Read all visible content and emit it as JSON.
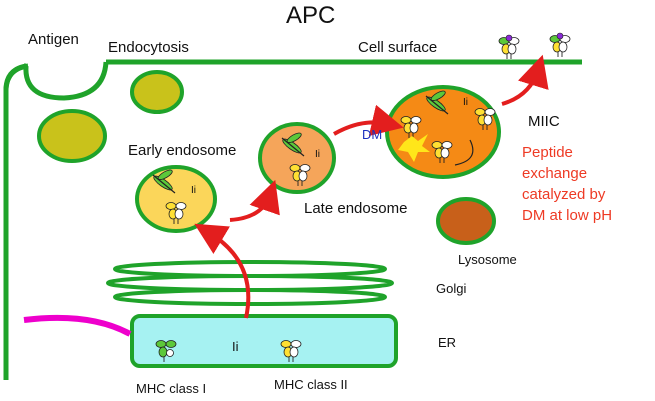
{
  "title": "APC",
  "labels": {
    "antigen": "Antigen",
    "endocytosis": "Endocytosis",
    "cell_surface": "Cell surface",
    "early_endosome": "Early endosome",
    "late_endosome": "Late endosome",
    "miic": "MIIC",
    "dm": "DM",
    "lysosome": "Lysosome",
    "golgi": "Golgi",
    "er": "ER",
    "ii": "Ii",
    "ii_small": "Ii",
    "mhc_class_i": "MHC class I",
    "mhc_class_ii": "MHC class II"
  },
  "annotation": {
    "line1": "Peptide",
    "line2": "exchange",
    "line3": "catalyzed by",
    "line4": "DM at low pH"
  },
  "colors": {
    "membrane": "#1fa32a",
    "arrow": "#e31e1e",
    "early_endosome_fill": "#fbd65a",
    "late_endosome_fill": "#f5a55a",
    "miic_fill": "#f58a15",
    "lysosome_fill": "#c8601a",
    "vesicle_fill": "#c9c21b",
    "er_fill": "#a6f2f2",
    "er_border": "#1fa32a",
    "peptide_tail": "#ee00cc",
    "mhc_i_green": "#5cc83a",
    "mhc_ii_yellow": "#ffe033",
    "annotation_text": "#ee3a24",
    "dm_text": "#1a2fbf"
  }
}
